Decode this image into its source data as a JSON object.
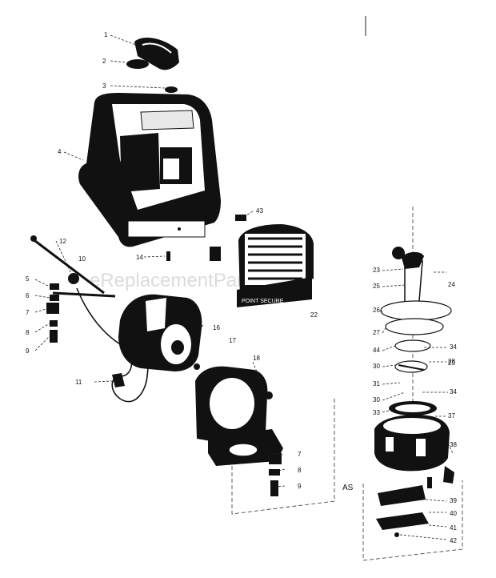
{
  "watermark": "eReplacementParts.com",
  "grille_text": "POINT  SECURE",
  "assembly_label": "AS",
  "labels": [
    "1",
    "2",
    "3",
    "4",
    "5",
    "6",
    "7",
    "8",
    "9",
    "10",
    "11",
    "12",
    "14",
    "16",
    "17",
    "18",
    "22",
    "23",
    "24",
    "25",
    "26",
    "27",
    "28",
    "29",
    "30",
    "31",
    "33",
    "34",
    "37",
    "38",
    "39",
    "40",
    "41",
    "42",
    "43",
    "44",
    "7",
    "8",
    "9",
    "30",
    "34"
  ]
}
